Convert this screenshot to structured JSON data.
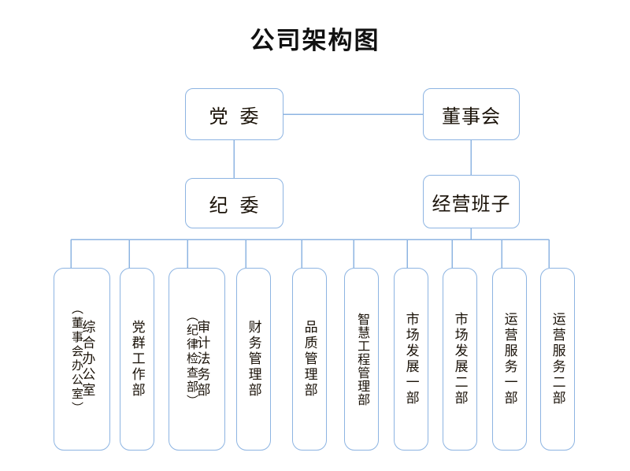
{
  "title": "公司架构图",
  "theme": {
    "border_color": "#8db4e2",
    "line_color": "#8db4e2",
    "text_color": "#1a1208",
    "background": "#ffffff"
  },
  "nodes": {
    "party_committee": {
      "label": "党  委"
    },
    "board": {
      "label": "董事会"
    },
    "discipline_committee": {
      "label": "纪  委"
    },
    "management_team": {
      "label": "经营班子"
    }
  },
  "departments": [
    {
      "label": "综合办公室",
      "alt": "（董事会办公室）"
    },
    {
      "label": "党群工作部",
      "alt": ""
    },
    {
      "label": "审计法务部",
      "alt": "（纪律检查部）"
    },
    {
      "label": "财务管理部",
      "alt": ""
    },
    {
      "label": "品质管理部",
      "alt": ""
    },
    {
      "label": "智慧工程管理部",
      "alt": ""
    },
    {
      "label": "市场发展一部",
      "alt": ""
    },
    {
      "label": "市场发展二部",
      "alt": ""
    },
    {
      "label": "运营服务一部",
      "alt": ""
    },
    {
      "label": "运营服务二部",
      "alt": ""
    }
  ]
}
